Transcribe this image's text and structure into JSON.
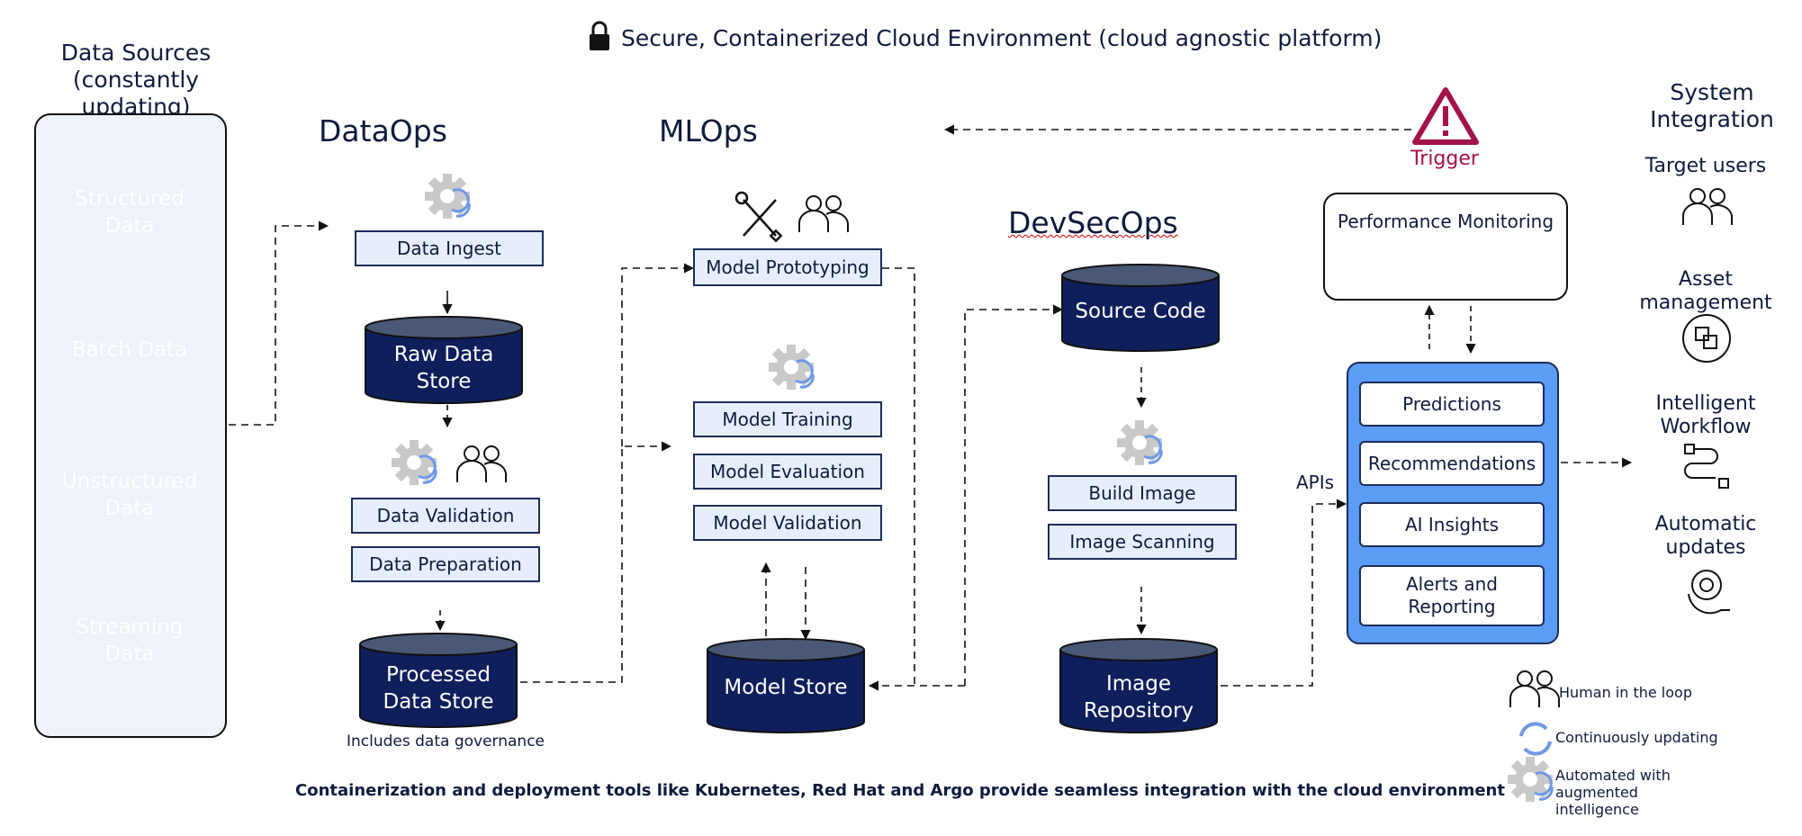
{
  "header": {
    "env_title": "Secure, Containerized Cloud Environment (cloud agnostic platform)",
    "data_sources_title_1": "Data Sources",
    "data_sources_title_2": "(constantly updating)",
    "system_integration_title": "System Integration"
  },
  "data_sources": [
    {
      "label": "Structured Data"
    },
    {
      "label": "Batch Data"
    },
    {
      "label": "Unstructured Data"
    },
    {
      "label": "Streaming Data"
    }
  ],
  "dataops": {
    "title": "DataOps",
    "ingest": "Data Ingest",
    "raw_store": "Raw Data Store",
    "validation": "Data Validation",
    "preparation": "Data Preparation",
    "processed_store": "Processed Data Store",
    "governance_note": "Includes data governance"
  },
  "mlops": {
    "title": "MLOps",
    "prototyping": "Model Prototyping",
    "training": "Model Training",
    "evaluation": "Model Evaluation",
    "validation": "Model Validation",
    "model_store": "Model Store"
  },
  "devsecops": {
    "title": "DevSecOps",
    "source_code": "Source Code",
    "build_image": "Build Image",
    "image_scanning": "Image Scanning",
    "image_repository": "Image Repository"
  },
  "monitoring": {
    "trigger": "Trigger",
    "performance": "Performance Monitoring",
    "apis": "APIs"
  },
  "outputs": [
    "Predictions",
    "Recommendations",
    "AI Insights",
    "Alerts and Reporting"
  ],
  "system_integration": [
    {
      "label": "Target users",
      "icon": "users-icon"
    },
    {
      "label": "Asset management",
      "icon": "asset-icon"
    },
    {
      "label": "Intelligent Workflow",
      "icon": "workflow-icon"
    },
    {
      "label": "Automatic updates",
      "icon": "update-gear-icon"
    }
  ],
  "legend": {
    "human": "Human in the loop",
    "updating": "Continuously updating",
    "automated": "Automated with augmented intelligence"
  },
  "footer": "Containerization and deployment tools like Kubernetes, Red Hat and Argo provide seamless integration with the cloud environment",
  "colors": {
    "navy": "#0f1f5c",
    "light_blue": "#8fb1ea",
    "panel_bg": "#eef3fc",
    "output_blue": "#5b9cf5",
    "trigger_red": "#a3124b"
  }
}
